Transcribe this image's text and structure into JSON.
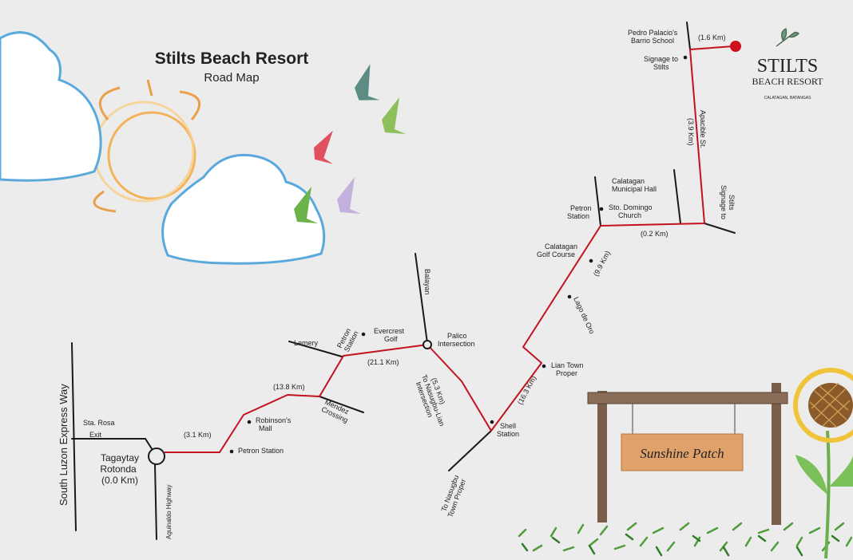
{
  "title": "Stilts Beach Resort",
  "subtitle": "Road Map",
  "logo": {
    "line1": "STILTS",
    "line2": "BEACH RESORT",
    "line3": "CALATAGAN, BATANGAS"
  },
  "sign_text": "Sunshine Patch",
  "colors": {
    "route": "#c1121f",
    "road": "#1a1a1a",
    "background": "#ececec",
    "destination": "#d0101c",
    "sign": "#e0a26a",
    "post": "#7a5e4a",
    "cloud_outline": "#5aa9dc",
    "sun": "#f2b35a"
  },
  "icons": [
    "cloud-icon",
    "sun-icon",
    "bird-icon",
    "sunflower-icon",
    "grass-icon",
    "leaf-logo-icon",
    "destination-marker-icon",
    "roundabout-icon"
  ],
  "labels": {
    "slex": "South Luzon Express Way",
    "sta_rosa": [
      "Sta. Rosa",
      "Exit"
    ],
    "tagaytay": [
      "Tagaytay",
      "Rotonda",
      "(0.0 Km)"
    ],
    "aguinaldo": "Aguinaldo Highway",
    "d_3_1": "(3.1 Km)",
    "petron_1": "Petron Station",
    "robinsons": [
      "Robinson's",
      "Mall"
    ],
    "d_13_8": "(13.8 Km)",
    "mendez": [
      "Mendez",
      "Crossing"
    ],
    "lemery": "Lemery",
    "petron_2": [
      "Petron",
      "Station"
    ],
    "evercrest": [
      "Evercrest",
      "Golf"
    ],
    "d_21_1": "(21.1 Km)",
    "palico": [
      "Palico",
      "Intersection"
    ],
    "balayan": "Balayan",
    "d_5_3": [
      "(5.3 Km)",
      "To Nasugbu-Lian",
      "Intersection"
    ],
    "shell": [
      "Shell",
      "Station"
    ],
    "nasugbu_proper": [
      "To Nasugbu",
      "Town Proper"
    ],
    "lian": [
      "Lian Town",
      "Proper"
    ],
    "d_16_3": "(16.3 Km)",
    "lago": "Lago de Oro",
    "d_9_9": "(9.9 Km)",
    "golf_course": [
      "Calatagan",
      "Golf Course"
    ],
    "petron_3": [
      "Petron",
      "Station"
    ],
    "municipal_hall": [
      "Calatagan",
      "Municipal Hall"
    ],
    "sto_domingo": [
      "Sto. Domingo",
      "Church"
    ],
    "d_0_2": "(0.2 Km)",
    "signage_to_stilts_1": [
      "Signage to",
      "Stilts"
    ],
    "apacible": "Apacible St.",
    "d_3_9": "(3.9 Km)",
    "signage_to_stilts_2": [
      "Signage to",
      "Stilts"
    ],
    "pedro_palacio": [
      "Pedro Palacio's",
      "Barrio School"
    ],
    "d_1_6": "(1.6 Km)"
  }
}
